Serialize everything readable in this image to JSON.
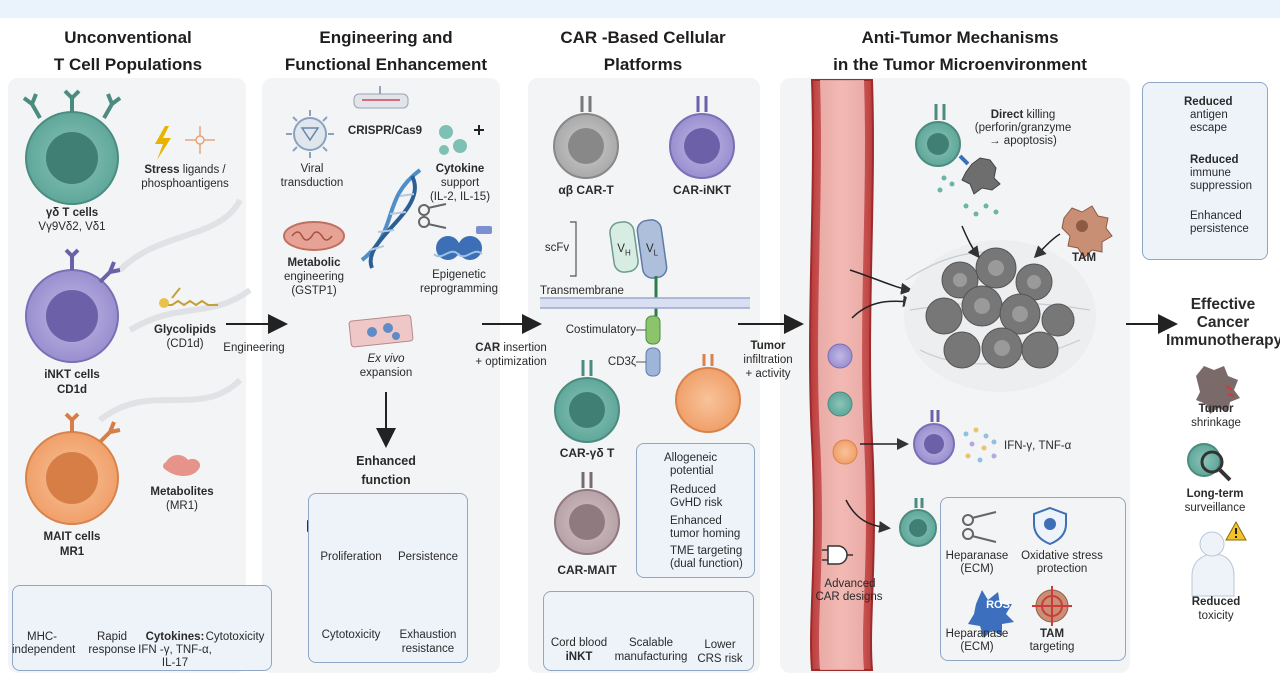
{
  "headings": {
    "col1": "Unconventional\nT Cell Populations",
    "col2": "Engineering and\nFunctional Enhancement",
    "col3": "CAR -Based Cellular\nPlatforms",
    "col4": "Anti-Tumor Mechanisms\nin the Tumor Microenvironment"
  },
  "col1": {
    "gd_name": "γδ T cells",
    "gd_sub": "Vγ9Vδ2, Vδ1",
    "stress_bold": "Stress",
    "stress_rest": " ligands /",
    "stress_line2": "phosphoantigens",
    "inkt_name": "iNKT cells",
    "inkt_sub": "CD1d",
    "glyco": "Glycolipids",
    "glyco_sub": "(CD1d)",
    "mait_name": "MAIT cells",
    "mait_sub": "MR1",
    "metab": "Metabolites",
    "metab_sub": "(MR1)",
    "features": [
      {
        "l1": "MHC-",
        "l2": "independent"
      },
      {
        "l1": "Rapid",
        "l2": "response"
      },
      {
        "l1": "Cytokines:",
        "l2": "IFN -γ, TNF-α,",
        "l3": "IL-17"
      },
      {
        "l1": "Cytotoxicity",
        "l2": ""
      }
    ]
  },
  "arrows": {
    "a1": "Engineering",
    "a2_bold": "CAR",
    "a2_rest": " insertion",
    "a2_l2": "+ optimization",
    "a3_bold": "Tumor",
    "a3_l2": "infiltration",
    "a3_l3": "+ activity"
  },
  "col2": {
    "crispr": "CRISPR/Cas9",
    "viral_l1": "Viral",
    "viral_l2": "transduction",
    "cytokine_bold": "Cytokine",
    "cytokine_l2": "support",
    "cytokine_l3": "(IL-2, IL-15)",
    "metab_bold": "Metabolic",
    "metab_l2": "engineering",
    "metab_l3": "(GSTP1)",
    "epi_l1": "Epigenetic",
    "epi_l2": "reprogramming",
    "exvivo_l1": "Ex vivo",
    "exvivo_l2": "expansion",
    "enh_l1": "Enhanced",
    "enh_l2": "function",
    "func": [
      {
        "l1": "Proliferation",
        "l2": ""
      },
      {
        "l1": "Persistence",
        "l2": ""
      },
      {
        "l1": "Cytotoxicity",
        "l2": ""
      },
      {
        "l1": "Exhaustion",
        "l2": "resistance"
      }
    ]
  },
  "col3": {
    "ab_cart": "αβ CAR-T",
    "car_inkt": "CAR-iNKT",
    "scfv": "scFv",
    "vh": "V",
    "vh_sub": "H",
    "vl": "V",
    "vl_sub": "L",
    "transmembrane": "Transmembrane",
    "costim": "Costimulatory",
    "cd3z": "CD3ζ",
    "car_gd": "CAR-γδ T",
    "car_mait": "CAR-MAIT",
    "advantages": [
      {
        "l1": "Allogeneic",
        "l2": "potential"
      },
      {
        "l1": "Reduced",
        "l2": "GvHD risk"
      },
      {
        "l1": "Enhanced",
        "l2": "tumor homing"
      },
      {
        "l1": "TME targeting",
        "l2": "(dual function)"
      }
    ],
    "manuf": [
      {
        "l1": "Cord blood",
        "l2": "iNKT"
      },
      {
        "l1": "Scalable",
        "l2": "manufacturing"
      },
      {
        "l1": "Lower",
        "l2": "CRS risk"
      }
    ]
  },
  "col4": {
    "direct_bold": "Direct",
    "direct_rest": " killing",
    "direct_l2": "(perforin/granzyme",
    "direct_l3": "→ apoptosis)",
    "tam": "TAM",
    "ifn": "IFN-γ, TNF-α",
    "adv_car_l1": "Advanced",
    "adv_car_l2": "CAR designs",
    "hep1_l1": "Heparanase",
    "hep1_l2": "(ECM)",
    "ox_l1": "Oxidative stress",
    "ox_l2": "protection",
    "ros": "ROS",
    "hep2_l1": "Heparanase",
    "hep2_l2": "(ECM)",
    "tam_t_l1": "TAM",
    "tam_t_l2": "targeting"
  },
  "legend": [
    {
      "bold": "Reduced",
      "l2": "antigen",
      "l3": "escape"
    },
    {
      "bold": "Reduced",
      "l2": "immune",
      "l3": "suppression"
    },
    {
      "bold": "",
      "l2": "Enhanced",
      "l3": "persistence"
    }
  ],
  "outcome": {
    "title_l1": "Effective",
    "title_l2": "Cancer",
    "title_l3": "Immunotherapy",
    "items": [
      {
        "l1": "Tumor",
        "l2": "shrinkage"
      },
      {
        "l1": "Long-term",
        "l2": "surveillance"
      },
      {
        "l1": "Reduced",
        "l2": "toxicity"
      }
    ]
  },
  "colors": {
    "gd_cell": "#5fa79a",
    "inkt_cell": "#9a8fcf",
    "mait_cell": "#f0a06a",
    "border_blue": "#8fa6c4",
    "vessel": "#c94a4a",
    "tumor": "#7a7a7a"
  }
}
